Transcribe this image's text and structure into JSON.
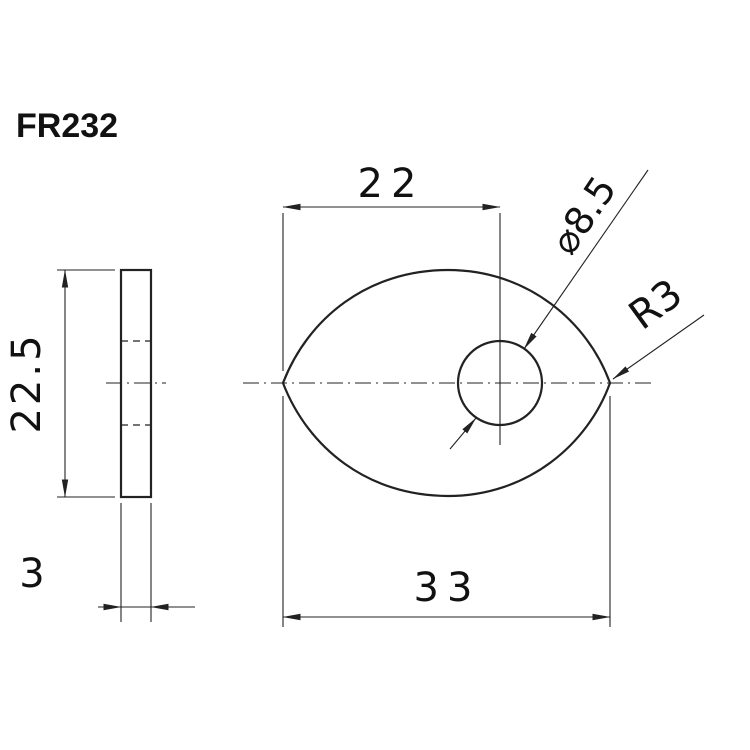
{
  "page": {
    "background_color": "#ffffff",
    "line_color": "#222222"
  },
  "drawing": {
    "part_number": "FR232",
    "dims": {
      "plate_height": "22.5",
      "plate_thickness": "3",
      "center_width": "22",
      "overall_width": "33",
      "hole_diameter": "⌀8.5",
      "tip_radius": "R3"
    }
  }
}
